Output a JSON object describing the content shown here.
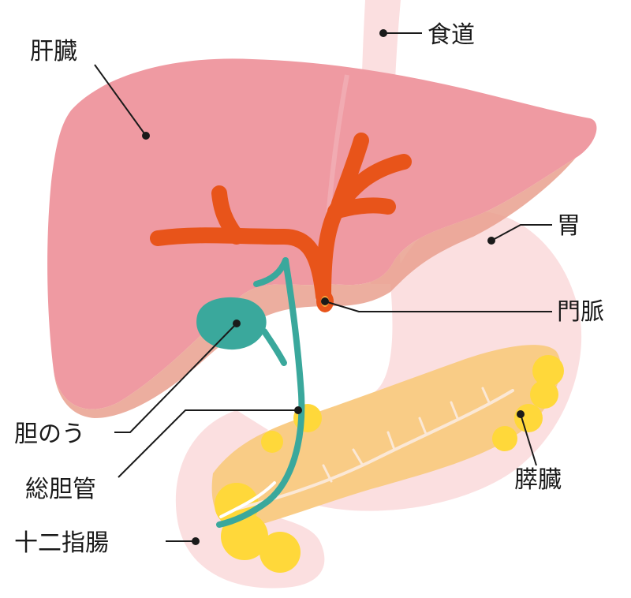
{
  "labels": {
    "liver": "肝臓",
    "esophagus": "食道",
    "stomach": "胃",
    "portal_vein": "門脈",
    "gallbladder": "胆のう",
    "common_bile_duct": "総胆管",
    "pancreas": "膵臓",
    "duodenum": "十二指腸"
  },
  "colors": {
    "liver": "#ef9aa2",
    "liver_edge": "#e9a08e",
    "stomach": "#fbdfe0",
    "pancreas": "#f9cc86",
    "pancreas_lobule": "#ffd83a",
    "portal_vein": "#e8541a",
    "bile": "#3aa89c",
    "leader": "#1a1a1a"
  }
}
